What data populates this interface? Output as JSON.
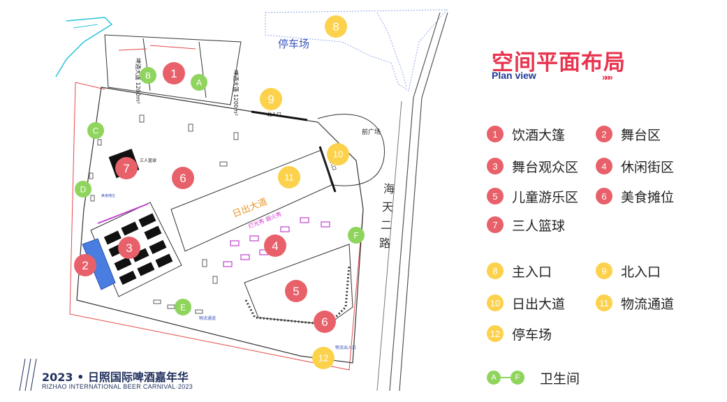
{
  "header": {
    "title": "空间平面布局",
    "subtitle": "Plan view",
    "arrows": "»»»"
  },
  "legend": {
    "red": [
      {
        "num": "1",
        "label": "饮酒大篷"
      },
      {
        "num": "2",
        "label": "舞台区"
      },
      {
        "num": "3",
        "label": "舞台观众区"
      },
      {
        "num": "4",
        "label": "休闲街区"
      },
      {
        "num": "5",
        "label": "儿童游乐区"
      },
      {
        "num": "6",
        "label": "美食摊位"
      },
      {
        "num": "7",
        "label": "三人篮球"
      }
    ],
    "yellow": [
      {
        "num": "8",
        "label": "主入口"
      },
      {
        "num": "9",
        "label": "北入口"
      },
      {
        "num": "10",
        "label": "日出大道"
      },
      {
        "num": "11",
        "label": "物流通道"
      },
      {
        "num": "12",
        "label": "停车场"
      }
    ],
    "toilet": {
      "from": "A",
      "to": "F",
      "label": "卫生间"
    }
  },
  "map": {
    "parking": "停车场",
    "road": "海天二路",
    "front_plaza": "前广场",
    "north_entrance": "北入口",
    "main_entrance": "主入口",
    "sunrise_avenue": "日出大道",
    "light_show": "灯光秀 烟火秀",
    "tent1": "啤酒大篷 1200m²",
    "tent2": "啤酒大篷 1200m²",
    "basketball": "三人篮球",
    "food_stall": "美食摊位",
    "logistics": "物流出入口",
    "logistics_road": "物流通道",
    "markers_red": [
      "1",
      "2",
      "3",
      "4",
      "5",
      "6",
      "6",
      "7"
    ],
    "markers_yellow": [
      "8",
      "9",
      "10",
      "11",
      "12"
    ],
    "markers_green": [
      "A",
      "B",
      "C",
      "D",
      "E",
      "F"
    ]
  },
  "footer": {
    "title": "2023 • 日照国际啤酒嘉年华",
    "subtitle": "RIZHAO INTERNATIONAL BEER CARNIVAL·2023"
  },
  "colors": {
    "red": "#e8616a",
    "yellow": "#fcd14b",
    "green": "#8fd45d",
    "title": "#e8344e",
    "navy": "#1f3a93"
  }
}
